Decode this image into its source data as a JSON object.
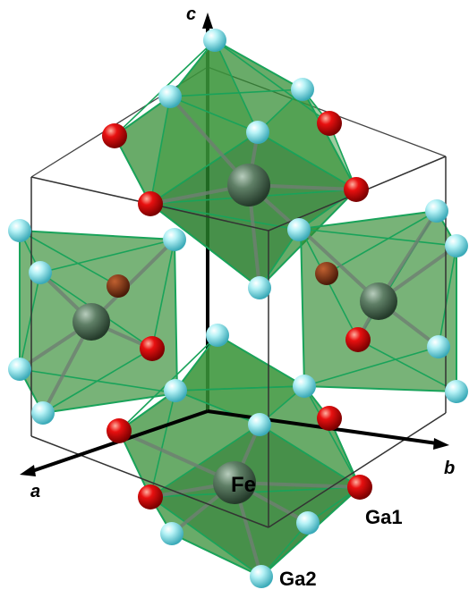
{
  "labels": {
    "axis_a": "a",
    "axis_b": "b",
    "axis_c": "c",
    "atom_center": "Fe",
    "atom_red": "Ga1",
    "atom_cyan": "Ga2"
  },
  "colors": {
    "polyhedron_fill": "#2f8a2f",
    "polyhedron_edge": "#19a35a",
    "fe_atom": "#5a7a62",
    "ga1_atom": "#e00000",
    "ga2_atom": "#8fe3ea",
    "cell_edge": "#333333",
    "axis": "#000000"
  }
}
